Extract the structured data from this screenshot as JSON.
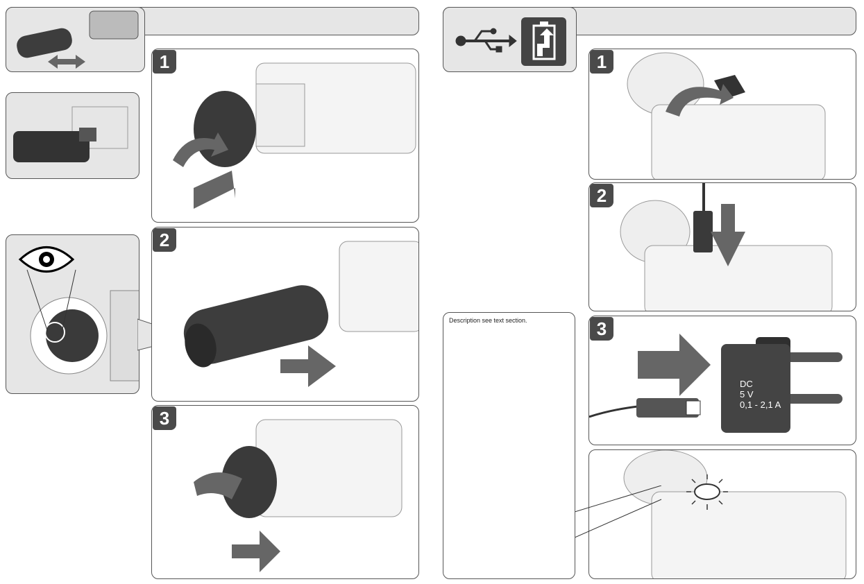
{
  "left": {
    "steps": [
      {
        "number": "1"
      },
      {
        "number": "2"
      },
      {
        "number": "3"
      }
    ]
  },
  "right": {
    "steps": [
      {
        "number": "1"
      },
      {
        "number": "2"
      },
      {
        "number": "3"
      }
    ],
    "description": "Description see text section.",
    "charger": {
      "line1": "DC",
      "line2": "5 V",
      "line3": "0,1 - 2,1 A"
    }
  },
  "icons": [
    "usb-icon",
    "battery-charge-icon",
    "eye-icon",
    "swap-arrow-icon"
  ]
}
